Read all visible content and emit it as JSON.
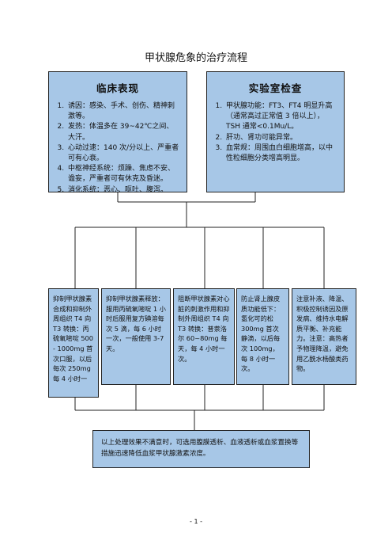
{
  "title": "甲状腺危象的治疗流程",
  "clinical": {
    "heading": "临床表现",
    "items": [
      "诱因：感染、手术、创伤、精神刺激等。",
      "发热：体温多在 39~42℃之间、大汗。",
      "心动过速：140 次/分以上、严重者可有心衰。",
      "中枢神经系统：烦躁、焦虑不安、谵妄，严重者可有休克及昏迷。",
      "消化系统：恶心、呕吐、腹泻。"
    ]
  },
  "lab": {
    "heading": "实验室检查",
    "items": [
      "甲状腺功能：FT3、FT4 明显升高（通常高过正常值 3 倍以上），TSH 通常<0.1Mu/L。",
      "肝功、肾功可能异常。",
      "血常规：周围血白细胞增高，以中性粒细胞分类增高明显。"
    ]
  },
  "treatments": [
    "抑制甲状腺素合成和抑制外周组织 T4 向 T3 转换：丙硫氧嘧啶 500 - 1000mg 首次口服，以后每次 250mg 每 4 小时一",
    "抑制甲状腺素释放：服用丙硫氧嘧啶 1 小时后服用复方碘溶每次 5 滴，每 6 小时一次，一般使用 3-7 天。",
    "阻断甲状腺素对心脏的刺激作用和抑制外周组织 T4 向 T3 转换：普萘洛尔 60~80mg 每天，每 4 小时一次。",
    "防止肾上腺皮质功能低下：氢化可的松 300mg 首次静滴，以后每次 100mg，每 8 小时一次。",
    "注意补液、降温、积极控制诱因及原发病、维持水电解质平衡、补充能力。注意：高热者予物理降温，避免用乙酰水杨酸类药物。"
  ],
  "bottom_note": "以上处理效果不满意时，可选用腹膜透析、血液透析或血浆置换等措施迅速降低血浆甲状腺激素浓度。",
  "footer": "- 1 -"
}
